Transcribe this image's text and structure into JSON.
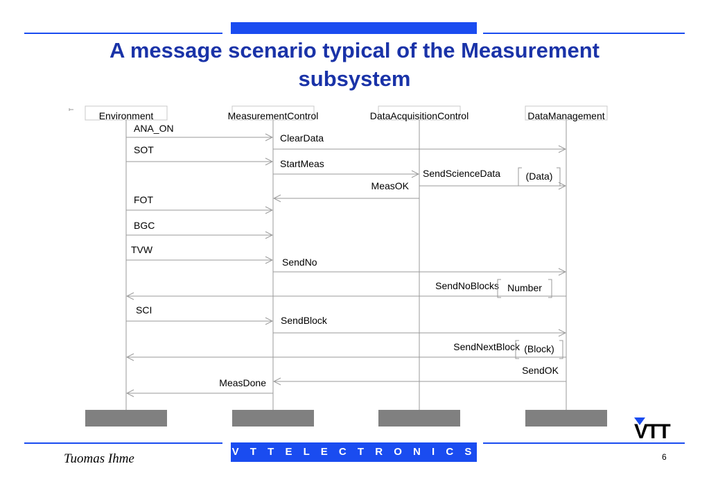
{
  "slide": {
    "title_line1": "A message scenario typical of the Measurement",
    "title_line2": "subsystem",
    "footer_band": "V T T   E L E C T R O N I C S",
    "author": "Tuomas Ihme",
    "page_number": "6",
    "logo_text": "VTT"
  },
  "colors": {
    "title": "#1a33a8",
    "band": "#1a4cf0",
    "lifeline_box_fill": "#808080",
    "arrow": "#9a9a9a"
  },
  "diagram": {
    "lifelines": [
      {
        "id": "env",
        "label": "Environment"
      },
      {
        "id": "mc",
        "label": "MeasurementControl"
      },
      {
        "id": "dac",
        "label": "DataAcquisitionControl"
      },
      {
        "id": "dm",
        "label": "DataManagement"
      }
    ],
    "messages": [
      {
        "label": "ANA_ON",
        "from": "env",
        "to": "mc"
      },
      {
        "label": "ClearData",
        "from": "mc",
        "to": "dm"
      },
      {
        "label": "SOT",
        "from": "env",
        "to": "mc"
      },
      {
        "label": "StartMeas",
        "from": "mc",
        "to": "dac"
      },
      {
        "label": "SendScienceData",
        "from": "dac",
        "to": "dm",
        "param": "(Data)"
      },
      {
        "label": "MeasOK",
        "from": "dac",
        "to": "mc"
      },
      {
        "label": "FOT",
        "from": "env",
        "to": "mc"
      },
      {
        "label": "BGC",
        "from": "env",
        "to": "mc"
      },
      {
        "label": "TVW",
        "from": "env",
        "to": "mc"
      },
      {
        "label": "SendNo",
        "from": "mc",
        "to": "dm"
      },
      {
        "label": "SendNoBlocks",
        "from": "dm",
        "to": "env",
        "param": "Number"
      },
      {
        "label": "SCI",
        "from": "env",
        "to": "mc"
      },
      {
        "label": "SendBlock",
        "from": "mc",
        "to": "dm"
      },
      {
        "label": "SendNextBlock",
        "from": "dm",
        "to": "env",
        "param": "(Block)"
      },
      {
        "label": "SendOK",
        "from": "dm",
        "to": "mc"
      },
      {
        "label": "MeasDone",
        "from": "mc",
        "to": "env"
      }
    ]
  }
}
